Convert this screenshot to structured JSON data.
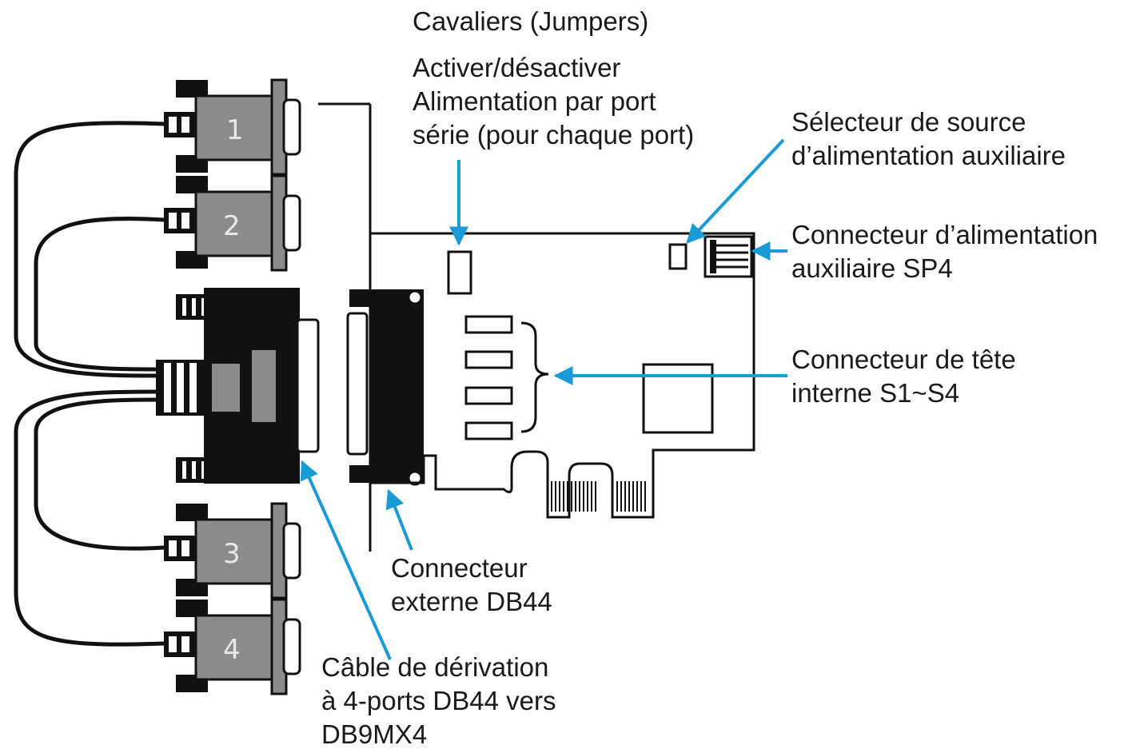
{
  "labels": {
    "jumpers": {
      "lines": [
        "Cavaliers (Jumpers)",
        "Activer/désactiver",
        "Alimentation par port",
        "série (pour chaque port)"
      ]
    },
    "aux_selector": {
      "lines": [
        "Sélecteur de source",
        "d’alimentation auxiliaire"
      ]
    },
    "aux_connector": {
      "lines": [
        "Connecteur d’alimentation",
        "auxiliaire SP4"
      ]
    },
    "internal_header": {
      "lines": [
        "Connecteur de tête",
        "interne S1~S4"
      ]
    },
    "external_connector": {
      "lines": [
        "Connecteur",
        "externe DB44"
      ]
    },
    "breakout_cable": {
      "lines": [
        "Câble de dérivation",
        "à 4-ports DB44 vers",
        "DB9MX4"
      ]
    }
  },
  "ports": [
    "1",
    "2",
    "3",
    "4"
  ],
  "colors": {
    "arrow": "#1a9ad6",
    "connector_gray": "#8c8c8c",
    "black": "#0d0d0d"
  }
}
